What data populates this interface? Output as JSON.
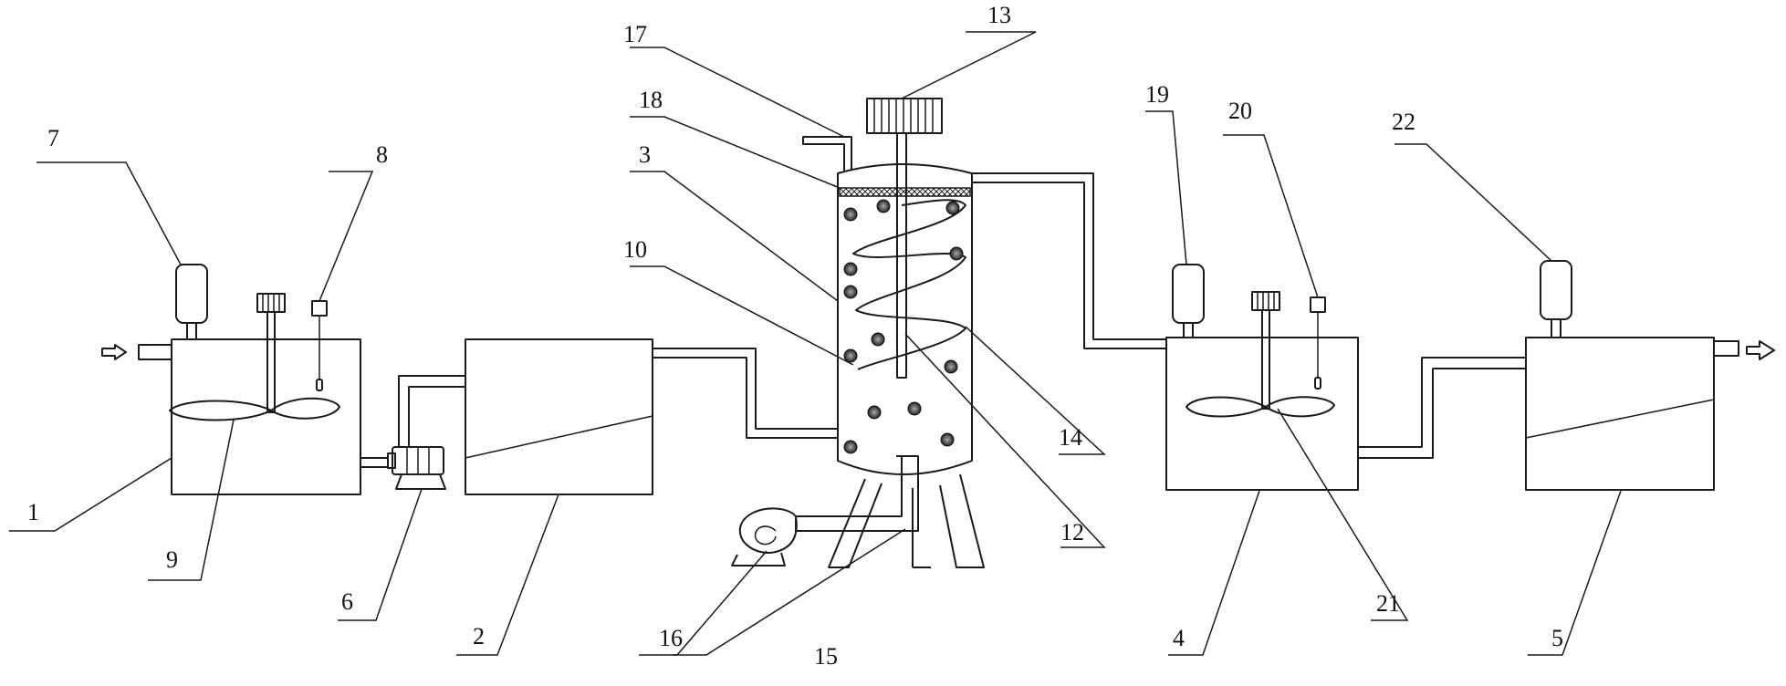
{
  "labels": {
    "n1": "1",
    "n2": "2",
    "n3": "3",
    "n4": "4",
    "n5": "5",
    "n6": "6",
    "n7": "7",
    "n8": "8",
    "n9": "9",
    "n10": "10",
    "n12": "12",
    "n13": "13",
    "n14": "14",
    "n15": "15",
    "n16": "16",
    "n17": "17",
    "n18": "18",
    "n19": "19",
    "n20": "20",
    "n21": "21",
    "n22": "22"
  }
}
